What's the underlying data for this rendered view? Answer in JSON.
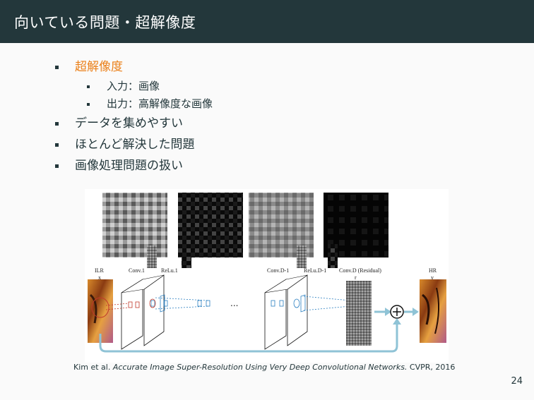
{
  "slide": {
    "title": "向いている問題・超解像度",
    "page_number": "24"
  },
  "bullets": {
    "superres": "超解像度",
    "input": "入力：画像",
    "output": "出力：高解像度な画像",
    "easy_data": "データを集めやすい",
    "mostly_solved": "ほとんど解決した問題",
    "image_processing": "画像処理問題の扱い"
  },
  "figure": {
    "labels": {
      "ilr": "ILR",
      "x": "x",
      "conv1": "Conv.1",
      "relu1": "ReLu.1",
      "convd1": "Conv.D-1",
      "relud1": "ReLu.D-1",
      "convd_res": "Conv.D (Residual)",
      "r": "r",
      "hr": "HR",
      "y": "y",
      "ellipsis": "..."
    }
  },
  "caption": {
    "authors": "Kim et al.",
    "paper_title": "Accurate Image Super-Resolution Using Very Deep Convolutional Networks.",
    "venue": "CVPR, 2016"
  },
  "colors": {
    "title_bg": "#23373b",
    "accent": "#eb811b",
    "arrow": "#8fc3d6",
    "filter_red": "#c0392b",
    "filter_blue": "#2b7fc0"
  }
}
